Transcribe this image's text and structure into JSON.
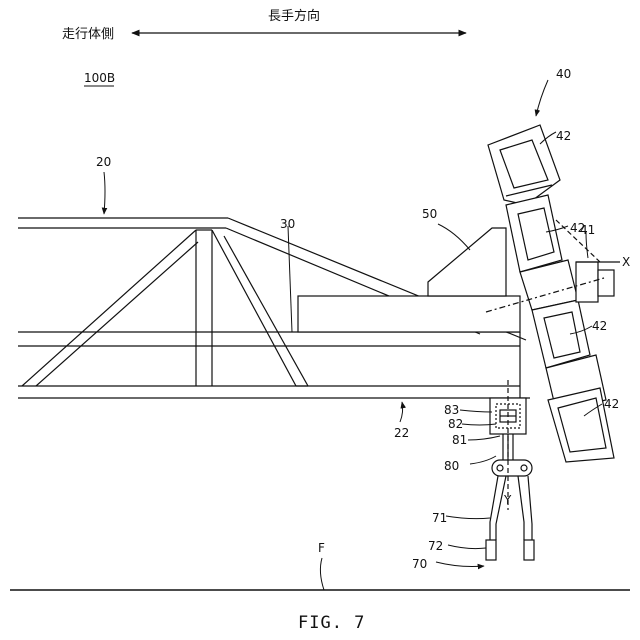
{
  "header": {
    "left_label": "走行体側",
    "center_label": "長手方向"
  },
  "figure": {
    "id_label": "100B",
    "caption": "FIG. 7"
  },
  "labels": {
    "frame": "20",
    "opening": "22",
    "beam": "30",
    "head_unit": "40",
    "rotor": "41",
    "cutter": "42",
    "housing": "50",
    "legs": "70",
    "leg": "71",
    "foot": "72",
    "joint": "80",
    "joint_part_a": "81",
    "joint_part_b": "82",
    "joint_part_c": "83",
    "floor": "F",
    "axis_x": "X",
    "axis_y": "Y"
  }
}
